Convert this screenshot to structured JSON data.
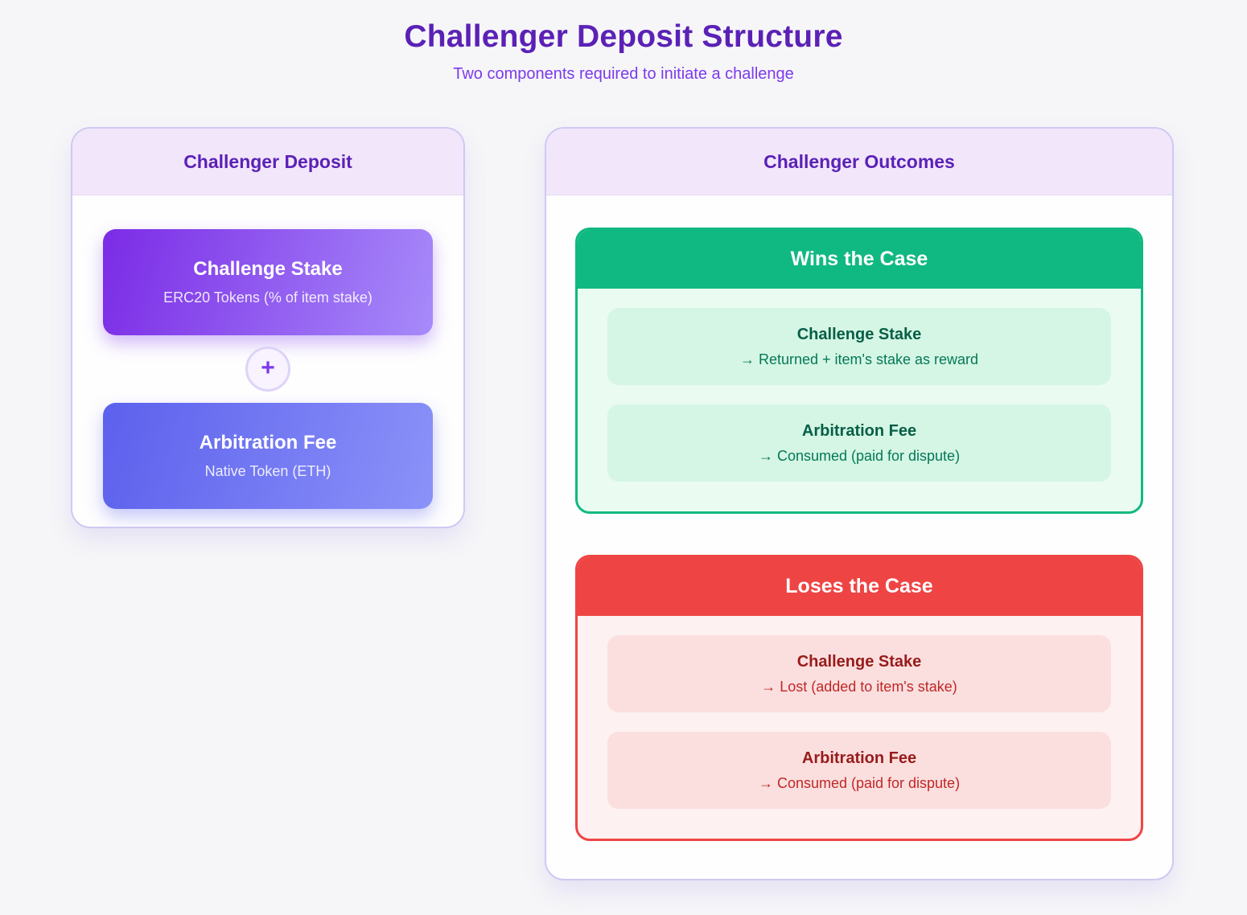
{
  "header": {
    "title": "Challenger Deposit Structure",
    "subtitle": "Two components required to initiate a challenge"
  },
  "deposit_card": {
    "title": "Challenger Deposit",
    "plus_symbol": "+",
    "components": [
      {
        "title": "Challenge Stake",
        "detail": "ERC20 Tokens (% of item stake)"
      },
      {
        "title": "Arbitration Fee",
        "detail": "Native Token (ETH)"
      }
    ]
  },
  "outcomes_card": {
    "title": "Challenger Outcomes",
    "outcomes": [
      {
        "title": "Wins the Case",
        "status_color": "#10b981",
        "items": [
          {
            "title": "Challenge Stake",
            "result": "→ Returned + item's stake as reward"
          },
          {
            "title": "Arbitration Fee",
            "result": "→ Consumed (paid for dispute)"
          }
        ]
      },
      {
        "title": "Loses the Case",
        "status_color": "#ef4444",
        "items": [
          {
            "title": "Challenge Stake",
            "result": "→ Lost (added to item's stake)"
          },
          {
            "title": "Arbitration Fee",
            "result": "→ Consumed (paid for dispute)"
          }
        ]
      }
    ]
  },
  "colors": {
    "page_title": "#5b21b6",
    "page_subtitle": "#7c3aed",
    "card_header_bg": "#f2e6fb",
    "card_border": "#cfc9f2",
    "stake_gradient_start": "#7b2be6",
    "stake_gradient_end": "#a78bfa",
    "fee_gradient_start": "#5c60ed",
    "fee_gradient_end": "#8b92f8",
    "win_green": "#10b981",
    "lose_red": "#ef4444"
  }
}
